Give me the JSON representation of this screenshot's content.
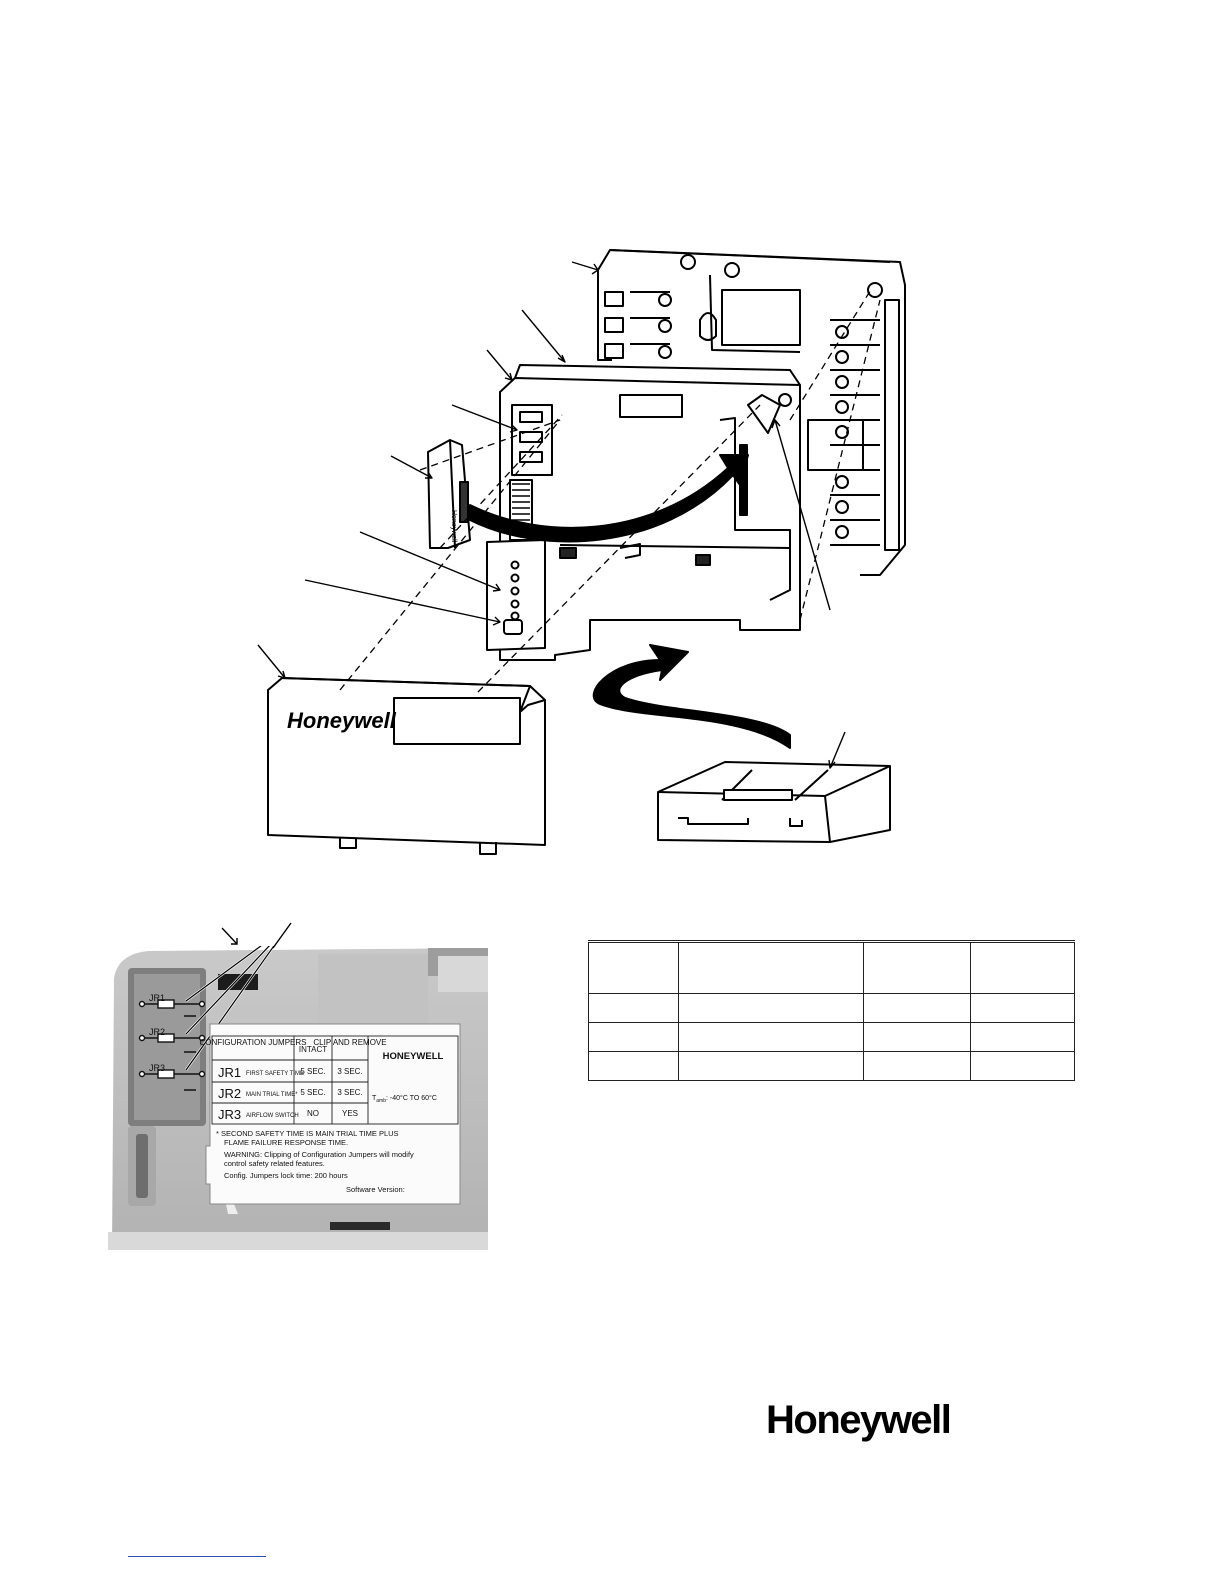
{
  "figure1": {
    "cover_brand": "Honeywell",
    "module_label": "Honeywell"
  },
  "figure2": {
    "jumpers": [
      "JR1",
      "JR2",
      "JR3"
    ],
    "label_table": {
      "headers": [
        "CONFIGURATION JUMPERS",
        "INTACT",
        "CLIP AND REMOVE",
        "HONEYWELL"
      ],
      "rows": [
        {
          "jumper": "JR1",
          "desc": "FIRST SAFETY TIME",
          "intact": "5 SEC.",
          "clip": "3 SEC."
        },
        {
          "jumper": "JR2",
          "desc": "MAIN TRIAL TIME*",
          "intact": "5 SEC.",
          "clip": "3 SEC."
        },
        {
          "jumper": "JR3",
          "desc": "AIRFLOW SWITCH",
          "intact": "NO",
          "clip": "YES"
        }
      ],
      "tamb_prefix": "T",
      "tamb_sub": "amb",
      "tamb_value": ": -40°C TO 60°C",
      "notes": [
        "* SECOND SAFETY TIME IS MAIN TRIAL TIME PLUS",
        "FLAME FAILURE RESPONSE TIME.",
        "WARNING:  Clipping of Configuration Jumpers will modify",
        "control safety related features.",
        "Config. Jumpers lock time:  200 hours",
        "Software Version:"
      ]
    }
  },
  "empty_table": {
    "rows": 4,
    "cols": 4
  },
  "footer": {
    "logo": "Honeywell"
  }
}
